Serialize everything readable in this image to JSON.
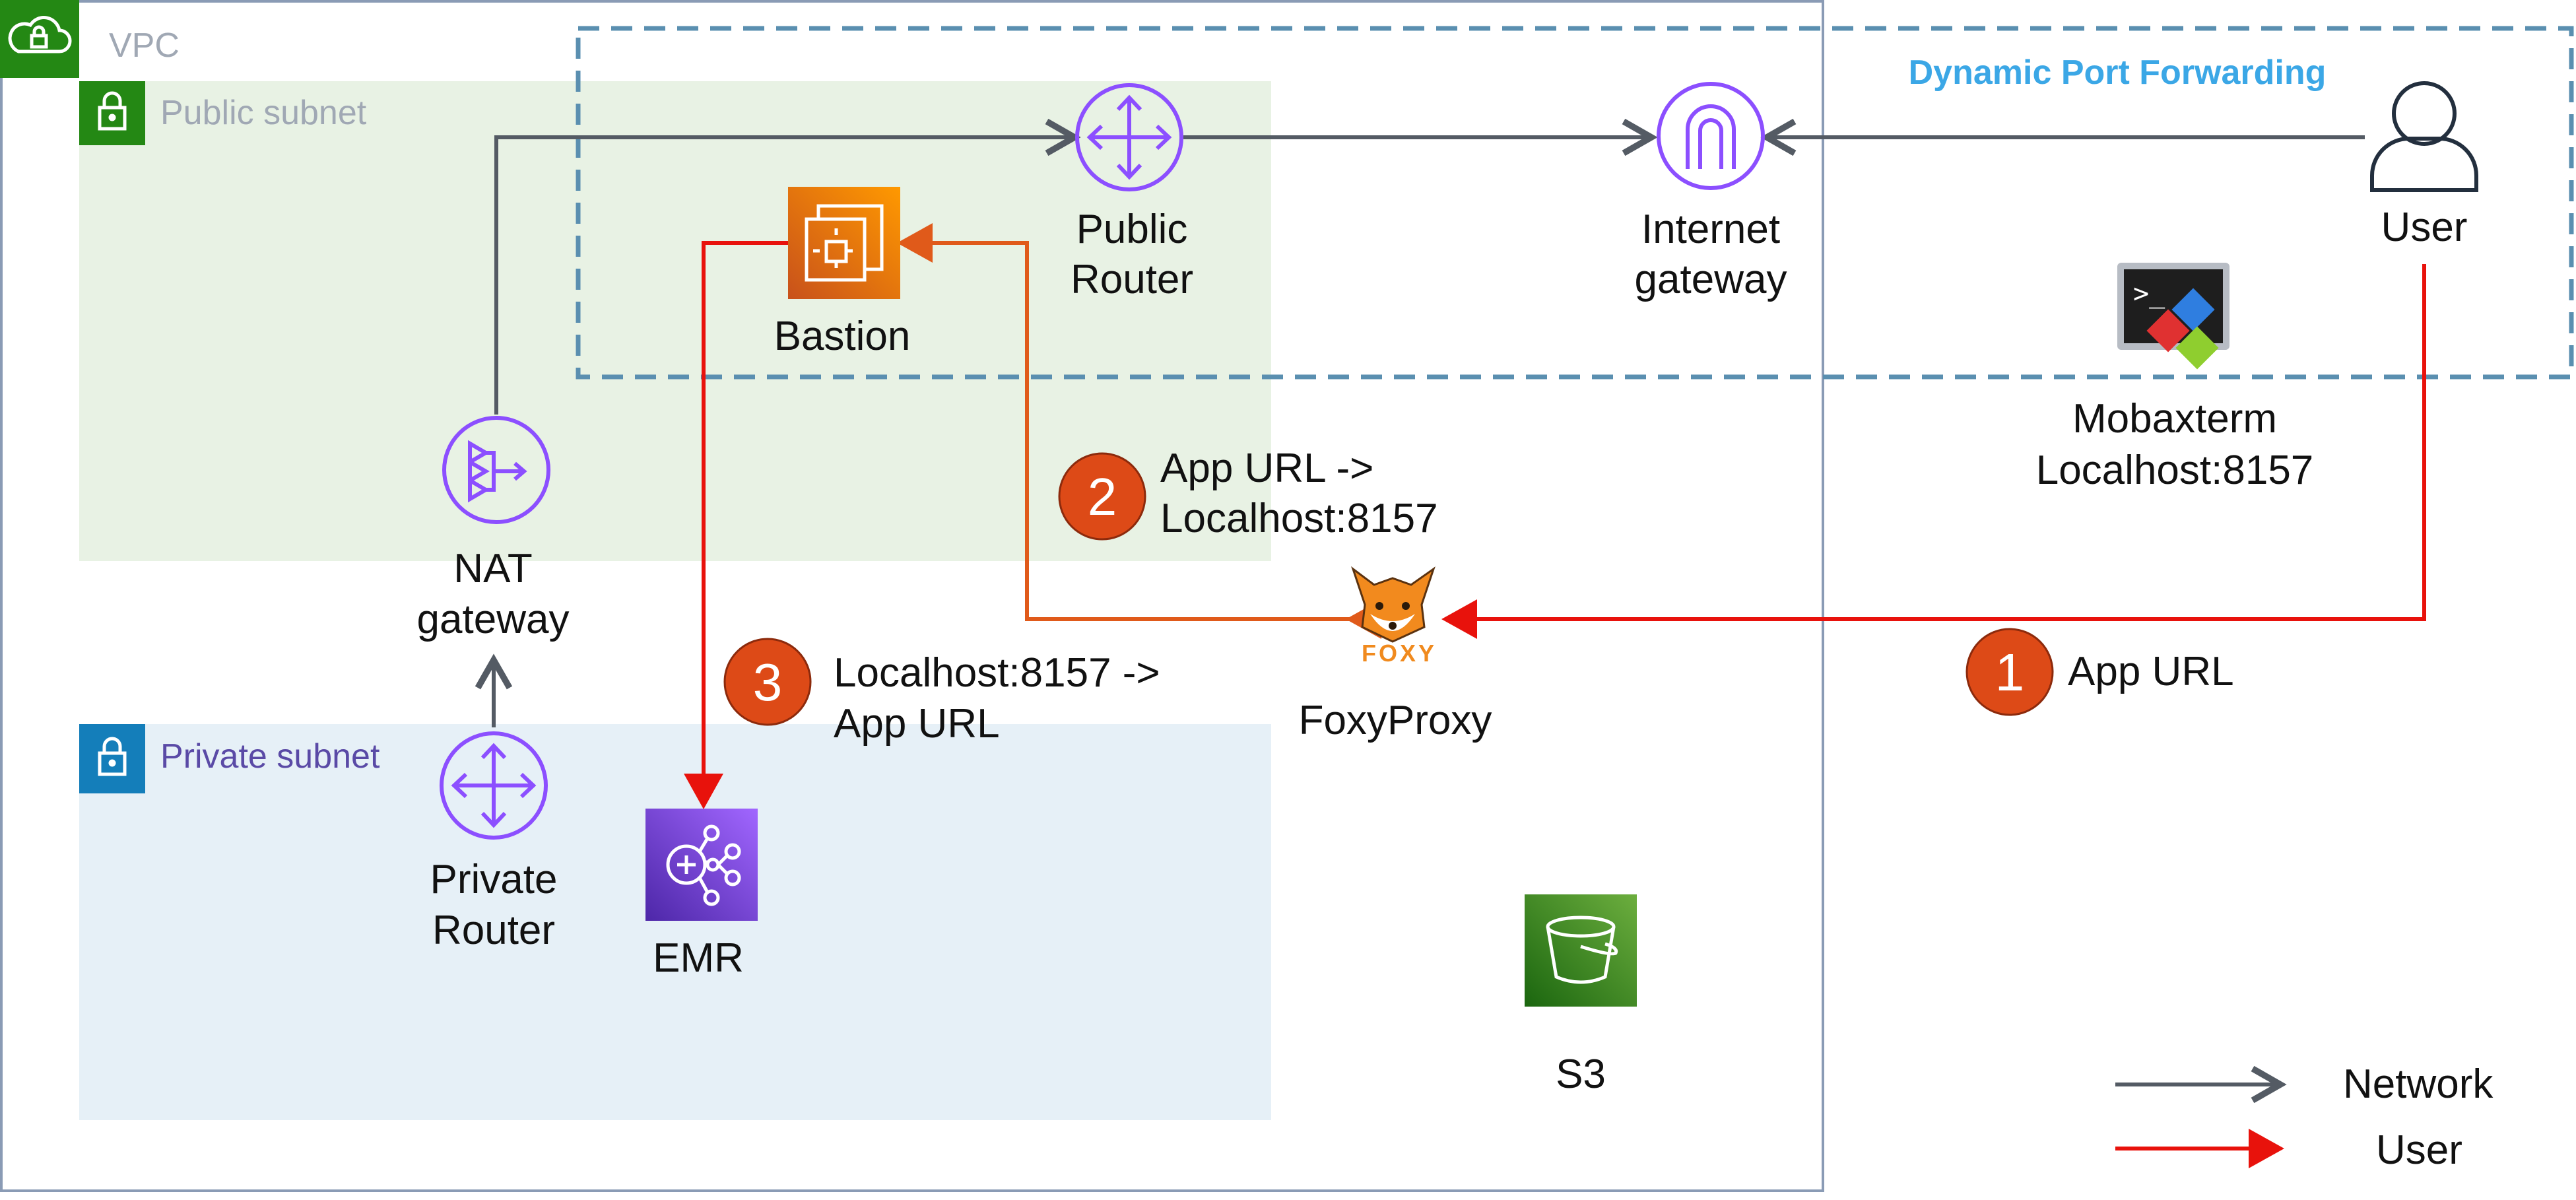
{
  "groups": {
    "vpc": "VPC",
    "public_subnet": "Public subnet",
    "private_subnet": "Private subnet",
    "dynamic_port_forwarding": "Dynamic Port Forwarding"
  },
  "nodes": {
    "bastion": "Bastion",
    "public_router": [
      "Public",
      "Router"
    ],
    "internet_gateway": [
      "Internet",
      "gateway"
    ],
    "user": "User",
    "mobaxterm": [
      "Mobaxterm",
      "Localhost:8157"
    ],
    "nat_gateway": [
      "NAT",
      "gateway"
    ],
    "foxyproxy": "FoxyProxy",
    "foxy_logo_text": "FOXY",
    "private_router": [
      "Private",
      "Router"
    ],
    "emr": "EMR",
    "s3": "S3"
  },
  "steps": [
    {
      "number": "1",
      "lines": [
        "App URL"
      ]
    },
    {
      "number": "2",
      "lines": [
        "App URL ->",
        "Localhost:8157"
      ]
    },
    {
      "number": "3",
      "lines": [
        "Localhost:8157 ->",
        "App URL"
      ]
    }
  ],
  "legend": {
    "network": "Network",
    "user": "User"
  },
  "colors": {
    "vpc_border": "#8a9bb5",
    "vpc_badge": "#248814",
    "public_subnet_fill": "#e8f2e4",
    "public_subnet_badge": "#248814",
    "public_subnet_label": "#a0a8b4",
    "private_subnet_fill": "#e6f0f7",
    "private_subnet_badge": "#147eba",
    "private_subnet_label": "#5a4aa6",
    "dynamic_box_border": "#5a8fb0",
    "dynamic_box_label": "#3ba7e6",
    "network_line": "#545b64",
    "user_line": "#e8120c",
    "bastion_line": "#e05a1a",
    "router_purple": "#8c4fff",
    "step_badge": "#dd4a17",
    "ec2_orange": "#ed7100",
    "emr_purple": "#8c4fff",
    "s3_green": "#3f8624"
  }
}
